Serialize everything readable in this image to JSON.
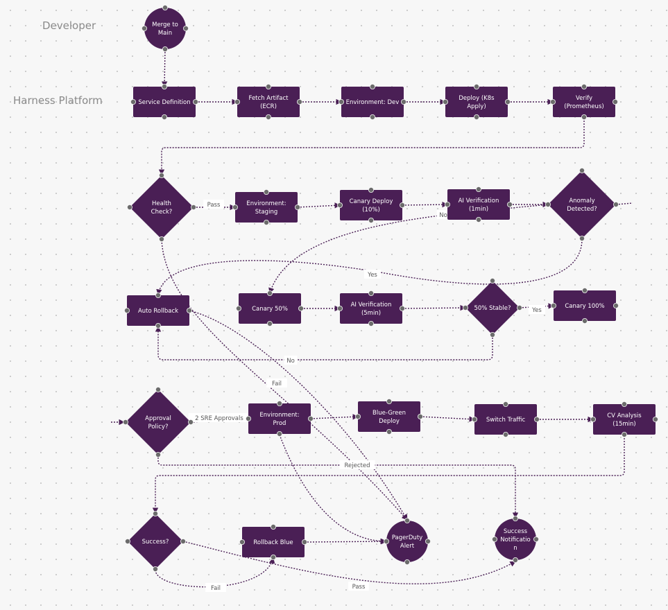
{
  "lanes": [
    {
      "id": "developer",
      "label": "Developer"
    },
    {
      "id": "harness",
      "label": "Harness Platform"
    }
  ],
  "colors": {
    "node_fill": "#4a1f55",
    "node_text": "#ffffff",
    "edge": "#4a1f55",
    "port_fill": "#6b6b6b",
    "label_bg": "#ffffff",
    "label_text": "#555555"
  },
  "nodes": [
    {
      "id": "merge",
      "shape": "circle",
      "lines": [
        "Merge to",
        "Main"
      ]
    },
    {
      "id": "svcdef",
      "shape": "rect",
      "lines": [
        "Service Definition"
      ]
    },
    {
      "id": "fetch",
      "shape": "rect",
      "lines": [
        "Fetch Artifact",
        "(ECR)"
      ]
    },
    {
      "id": "envdev",
      "shape": "rect",
      "lines": [
        "Environment: Dev"
      ]
    },
    {
      "id": "deployk8s",
      "shape": "rect",
      "lines": [
        "Deploy (K8s",
        "Apply)"
      ]
    },
    {
      "id": "verify",
      "shape": "rect",
      "lines": [
        "Verify",
        "(Prometheus)"
      ]
    },
    {
      "id": "health",
      "shape": "diamond",
      "lines": [
        "Health",
        "Check?"
      ]
    },
    {
      "id": "envstaging",
      "shape": "rect",
      "lines": [
        "Environment:",
        "Staging"
      ]
    },
    {
      "id": "canary10",
      "shape": "rect",
      "lines": [
        "Canary Deploy",
        "(10%)"
      ]
    },
    {
      "id": "aiver1",
      "shape": "rect",
      "lines": [
        "AI Verification",
        "(1min)"
      ]
    },
    {
      "id": "anomaly",
      "shape": "diamond",
      "lines": [
        "Anomaly",
        "Detected?"
      ]
    },
    {
      "id": "autorollback",
      "shape": "rect",
      "lines": [
        "Auto Rollback"
      ]
    },
    {
      "id": "canary50",
      "shape": "rect",
      "lines": [
        "Canary 50%"
      ]
    },
    {
      "id": "aiver5",
      "shape": "rect",
      "lines": [
        "AI Verification",
        "(5min)"
      ]
    },
    {
      "id": "stable50",
      "shape": "diamond",
      "lines": [
        "50% Stable?"
      ]
    },
    {
      "id": "canary100",
      "shape": "rect",
      "lines": [
        "Canary 100%"
      ]
    },
    {
      "id": "approval",
      "shape": "diamond",
      "lines": [
        "Approval",
        "Policy?"
      ]
    },
    {
      "id": "envprod",
      "shape": "rect",
      "lines": [
        "Environment:",
        "Prod"
      ]
    },
    {
      "id": "bluegreen",
      "shape": "rect",
      "lines": [
        "Blue-Green",
        "Deploy"
      ]
    },
    {
      "id": "switch",
      "shape": "rect",
      "lines": [
        "Switch Traffic"
      ]
    },
    {
      "id": "cv",
      "shape": "rect",
      "lines": [
        "CV Analysis",
        "(15min)"
      ]
    },
    {
      "id": "success",
      "shape": "diamond",
      "lines": [
        "Success?"
      ]
    },
    {
      "id": "rollbackblue",
      "shape": "rect",
      "lines": [
        "Rollback Blue"
      ]
    },
    {
      "id": "pagerduty",
      "shape": "circle",
      "lines": [
        "PagerDuty",
        "Alert"
      ]
    },
    {
      "id": "successnotif",
      "shape": "circle",
      "lines": [
        "Success",
        "Notificatio",
        "n"
      ]
    }
  ],
  "edges": [
    {
      "from": "merge",
      "to": "svcdef",
      "label": ""
    },
    {
      "from": "svcdef",
      "to": "fetch",
      "label": ""
    },
    {
      "from": "fetch",
      "to": "envdev",
      "label": ""
    },
    {
      "from": "envdev",
      "to": "deployk8s",
      "label": ""
    },
    {
      "from": "deployk8s",
      "to": "verify",
      "label": ""
    },
    {
      "from": "verify",
      "to": "health",
      "label": ""
    },
    {
      "from": "health",
      "to": "envstaging",
      "label": "Pass"
    },
    {
      "from": "health",
      "to": "pagerduty",
      "label": "Fail"
    },
    {
      "from": "envstaging",
      "to": "canary10",
      "label": ""
    },
    {
      "from": "canary10",
      "to": "aiver1",
      "label": ""
    },
    {
      "from": "aiver1",
      "to": "anomaly",
      "label": ""
    },
    {
      "from": "anomaly",
      "to": "autorollback",
      "label": "Yes"
    },
    {
      "from": "anomaly",
      "to": "canary50",
      "label": "No"
    },
    {
      "from": "autorollback",
      "to": "pagerduty",
      "label": ""
    },
    {
      "from": "canary50",
      "to": "aiver5",
      "label": ""
    },
    {
      "from": "aiver5",
      "to": "stable50",
      "label": ""
    },
    {
      "from": "stable50",
      "to": "canary100",
      "label": "Yes"
    },
    {
      "from": "stable50",
      "to": "autorollback",
      "label": "No"
    },
    {
      "from": "approval",
      "to": "envprod",
      "label": "2 SRE Approvals"
    },
    {
      "from": "approval",
      "to": "successnotif",
      "label": "Rejected"
    },
    {
      "from": "envprod",
      "to": "bluegreen",
      "label": ""
    },
    {
      "from": "envprod",
      "to": "pagerduty",
      "label": ""
    },
    {
      "from": "bluegreen",
      "to": "switch",
      "label": ""
    },
    {
      "from": "switch",
      "to": "cv",
      "label": ""
    },
    {
      "from": "cv",
      "to": "success",
      "label": ""
    },
    {
      "from": "success",
      "to": "rollbackblue",
      "label": "Fail"
    },
    {
      "from": "success",
      "to": "successnotif",
      "label": "Pass"
    },
    {
      "from": "rollbackblue",
      "to": "pagerduty",
      "label": ""
    }
  ]
}
